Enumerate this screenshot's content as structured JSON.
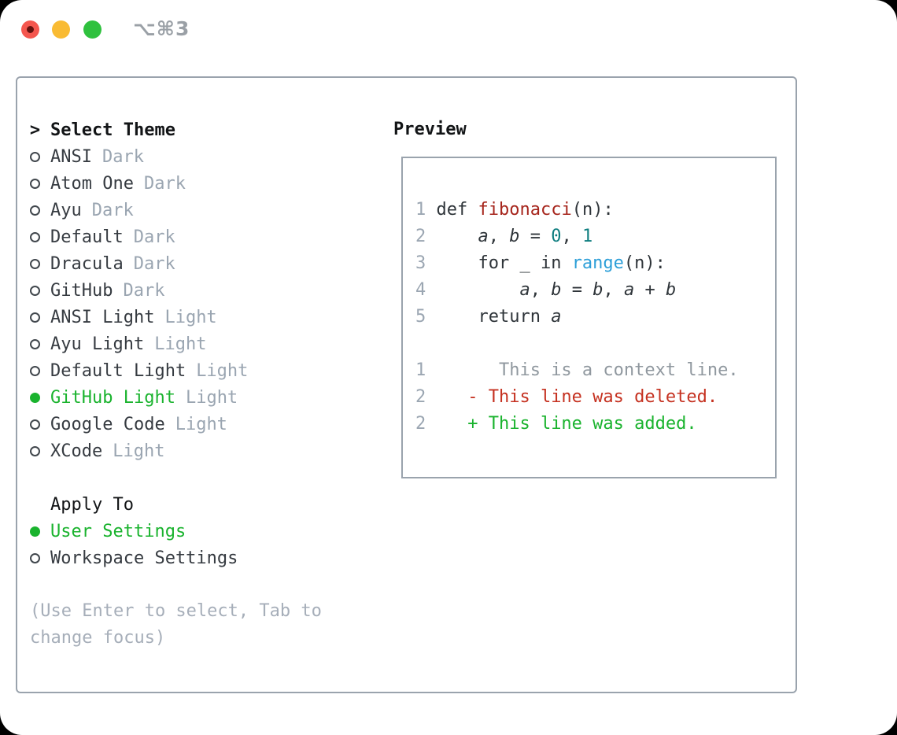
{
  "colors": {
    "accent_green": "#1ab32e",
    "deleted_red": "#c53120",
    "function_red": "#a6251c",
    "number_teal": "#0d7d7f",
    "builtin_blue": "#2d9fd8",
    "code_default": "#2e3439",
    "line_number_gray": "#9ba6b2",
    "context_gray": "#90989f",
    "item_name": "#363b41",
    "tag_gray": "#9aa5b1",
    "hint_gray": "#a6aeb9",
    "header_black": "#121416",
    "border_gray": "#9aa3ad",
    "bullet_outline": "#41474d",
    "traffic_red": "#f4564e",
    "traffic_red_dot": "#64110e",
    "traffic_yellow": "#f9bb33",
    "traffic_green": "#2fc13e",
    "shortcut_gray": "#9aa0a6"
  },
  "titlebar": {
    "shortcut": "⌥⌘3"
  },
  "theme_picker": {
    "prefix": ">",
    "title": "Select Theme",
    "items": [
      {
        "name": "ANSI",
        "tag": "Dark",
        "selected": false
      },
      {
        "name": "Atom One",
        "tag": "Dark",
        "selected": false
      },
      {
        "name": "Ayu",
        "tag": "Dark",
        "selected": false
      },
      {
        "name": "Default",
        "tag": "Dark",
        "selected": false
      },
      {
        "name": "Dracula",
        "tag": "Dark",
        "selected": false
      },
      {
        "name": "GitHub",
        "tag": "Dark",
        "selected": false
      },
      {
        "name": "ANSI Light",
        "tag": "Light",
        "selected": false
      },
      {
        "name": "Ayu Light",
        "tag": "Light",
        "selected": false
      },
      {
        "name": "Default Light",
        "tag": "Light",
        "selected": false
      },
      {
        "name": "GitHub Light",
        "tag": "Light",
        "selected": true
      },
      {
        "name": "Google Code",
        "tag": "Light",
        "selected": false
      },
      {
        "name": "XCode",
        "tag": "Light",
        "selected": false
      }
    ]
  },
  "apply_to": {
    "title": "Apply To",
    "options": [
      {
        "label": "User Settings",
        "selected": true
      },
      {
        "label": "Workspace Settings",
        "selected": false
      }
    ]
  },
  "hint": {
    "line1": "(Use Enter to select, Tab to",
    "line2": "change focus)"
  },
  "preview": {
    "title": "Preview",
    "lines": [
      {
        "num": "1",
        "tokens": [
          {
            "t": " def ",
            "c": "plain"
          },
          {
            "t": "fibonacci",
            "c": "fn"
          },
          {
            "t": "(n):",
            "c": "plain"
          }
        ]
      },
      {
        "num": "2",
        "tokens": [
          {
            "t": "     ",
            "c": "plain"
          },
          {
            "t": "a",
            "c": "var"
          },
          {
            "t": ", ",
            "c": "plain"
          },
          {
            "t": "b",
            "c": "var"
          },
          {
            "t": " = ",
            "c": "plain"
          },
          {
            "t": "0",
            "c": "num"
          },
          {
            "t": ", ",
            "c": "plain"
          },
          {
            "t": "1",
            "c": "num"
          }
        ]
      },
      {
        "num": "3",
        "tokens": [
          {
            "t": "     for _ in ",
            "c": "plain"
          },
          {
            "t": "range",
            "c": "bi"
          },
          {
            "t": "(n):",
            "c": "plain"
          }
        ]
      },
      {
        "num": "4",
        "tokens": [
          {
            "t": "         ",
            "c": "plain"
          },
          {
            "t": "a",
            "c": "var"
          },
          {
            "t": ", ",
            "c": "plain"
          },
          {
            "t": "b",
            "c": "var"
          },
          {
            "t": " = ",
            "c": "plain"
          },
          {
            "t": "b",
            "c": "var"
          },
          {
            "t": ", ",
            "c": "plain"
          },
          {
            "t": "a",
            "c": "var"
          },
          {
            "t": " + ",
            "c": "plain"
          },
          {
            "t": "b",
            "c": "var"
          }
        ]
      },
      {
        "num": "5",
        "tokens": [
          {
            "t": "     return ",
            "c": "plain"
          },
          {
            "t": "a",
            "c": "var"
          }
        ]
      },
      {
        "num": "",
        "tokens": []
      },
      {
        "num": "1",
        "tokens": [
          {
            "t": "       This is a context line.",
            "c": "ctx"
          }
        ]
      },
      {
        "num": "2",
        "tokens": [
          {
            "t": "    - This line was deleted.",
            "c": "del"
          }
        ]
      },
      {
        "num": "2",
        "tokens": [
          {
            "t": "    + This line was added.",
            "c": "add"
          }
        ]
      }
    ]
  }
}
